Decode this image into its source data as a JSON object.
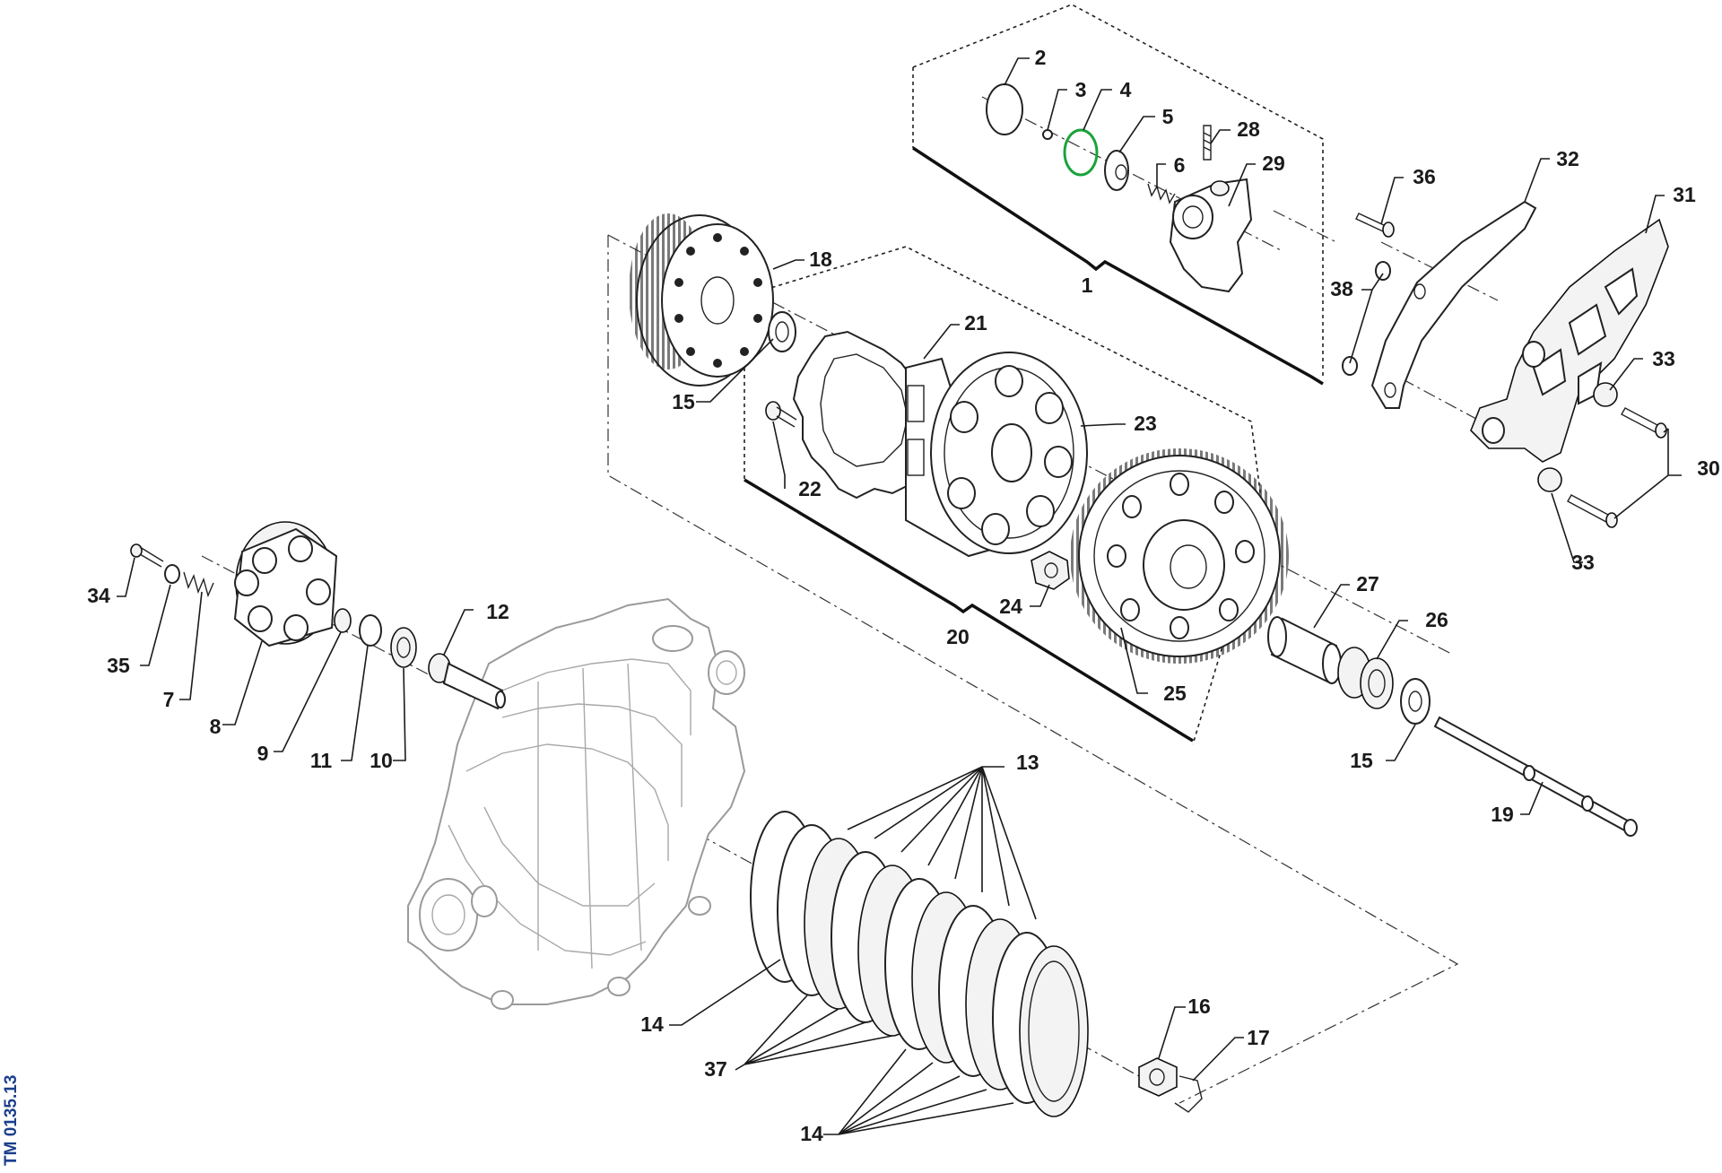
{
  "drawing_code": "TM 0135.13",
  "colors": {
    "lines": "#1a1a1a",
    "ghost_housing": "#9a9a9a",
    "accent_o_ring": "#1aa33c",
    "code_text": "#1b3f8c"
  },
  "callouts": {
    "c1": "1",
    "c2": "2",
    "c3": "3",
    "c4": "4",
    "c5": "5",
    "c6": "6",
    "c7": "7",
    "c8": "8",
    "c9": "9",
    "c10": "10",
    "c11": "11",
    "c12": "12",
    "c13": "13",
    "c14a": "14",
    "c14b": "14",
    "c15a": "15",
    "c15b": "15",
    "c16": "16",
    "c17": "17",
    "c18": "18",
    "c19": "19",
    "c20": "20",
    "c21": "21",
    "c22": "22",
    "c23": "23",
    "c24": "24",
    "c25": "25",
    "c26": "26",
    "c27": "27",
    "c28": "28",
    "c29": "29",
    "c30": "30",
    "c31": "31",
    "c32": "32",
    "c33a": "33",
    "c33b": "33",
    "c34": "34",
    "c35": "35",
    "c36": "36",
    "c37": "37",
    "c38": "38"
  }
}
